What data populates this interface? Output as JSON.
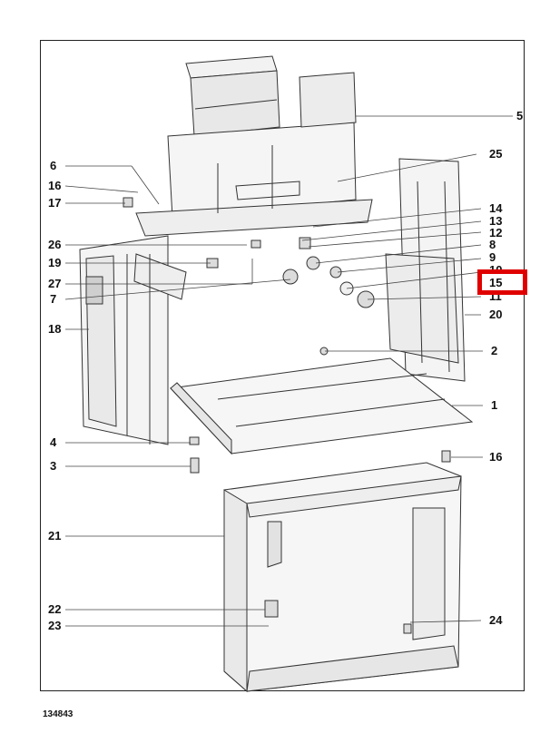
{
  "drawing": {
    "document_number": "134843",
    "highlight_color": "#e00000",
    "highlighted_callout": "15",
    "callouts": [
      {
        "id": "c5",
        "text": "5"
      },
      {
        "id": "c25",
        "text": "25"
      },
      {
        "id": "c6",
        "text": "6"
      },
      {
        "id": "c16a",
        "text": "16"
      },
      {
        "id": "c17",
        "text": "17"
      },
      {
        "id": "c14",
        "text": "14"
      },
      {
        "id": "c13",
        "text": "13"
      },
      {
        "id": "c12",
        "text": "12"
      },
      {
        "id": "c8",
        "text": "8"
      },
      {
        "id": "c26",
        "text": "26"
      },
      {
        "id": "c19",
        "text": "19"
      },
      {
        "id": "c9",
        "text": "9"
      },
      {
        "id": "c10",
        "text": "10"
      },
      {
        "id": "c15",
        "text": "15"
      },
      {
        "id": "c27",
        "text": "27"
      },
      {
        "id": "c11",
        "text": "11"
      },
      {
        "id": "c7",
        "text": "7"
      },
      {
        "id": "c20",
        "text": "20"
      },
      {
        "id": "c18",
        "text": "18"
      },
      {
        "id": "c2",
        "text": "2"
      },
      {
        "id": "c1",
        "text": "1"
      },
      {
        "id": "c4",
        "text": "4"
      },
      {
        "id": "c3",
        "text": "3"
      },
      {
        "id": "c16b",
        "text": "16"
      },
      {
        "id": "c21",
        "text": "21"
      },
      {
        "id": "c22",
        "text": "22"
      },
      {
        "id": "c23",
        "text": "23"
      },
      {
        "id": "c24",
        "text": "24"
      }
    ]
  }
}
